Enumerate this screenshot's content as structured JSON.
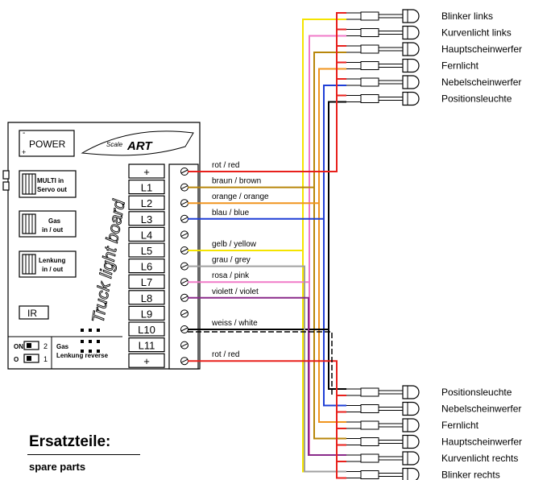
{
  "board": {
    "power_label": "POWER",
    "logo_label": "Scale ART",
    "board_title": "Truck light board",
    "multi_label_1": "MULTI in",
    "multi_label_2": "Servo out",
    "gas_label_1": "Gas",
    "gas_label_2": "in / out",
    "lenkung_label_1": "Lenkung",
    "lenkung_label_2": "in / out",
    "ir_label": "IR",
    "switch_gas": "Gas",
    "switch_lenkung": "Lenkung reverse",
    "sw_num_2": "2",
    "sw_num_1": "1"
  },
  "pins": [
    "+",
    "L1",
    "L2",
    "L3",
    "L4",
    "L5",
    "L6",
    "L7",
    "L8",
    "L9",
    "L10",
    "L11",
    "+"
  ],
  "wires": [
    {
      "label": "rot / red",
      "color": "#e8201c"
    },
    {
      "label": "braun / brown",
      "color": "#b8860b"
    },
    {
      "label": "orange / orange",
      "color": "#f0941e"
    },
    {
      "label": "blau / blue",
      "color": "#1f3fd6"
    },
    {
      "label": "gelb / yellow",
      "color": "#f5e400"
    },
    {
      "label": "grau / grey",
      "color": "#a0a0a0"
    },
    {
      "label": "rosa / pink",
      "color": "#f07ac8"
    },
    {
      "label": "violett / violet",
      "color": "#8a2a8a"
    },
    {
      "label": "weiss / white",
      "color": "#000000"
    },
    {
      "label": "rot / red",
      "color": "#e8201c"
    }
  ],
  "lamps_top": [
    "Blinker links",
    "Kurvenlicht links",
    "Hauptscheinwerfer",
    "Fernlicht",
    "Nebelscheinwerfer",
    "Positionsleuchte"
  ],
  "lamps_bottom": [
    "Positionsleuchte",
    "Nebelscheinwerfer",
    "Fernlicht",
    "Hauptscheinwerfer",
    "Kurvenlicht rechts",
    "Blinker rechts"
  ],
  "footer": {
    "title": "Ersatzteile:",
    "subtitle": "spare parts"
  }
}
